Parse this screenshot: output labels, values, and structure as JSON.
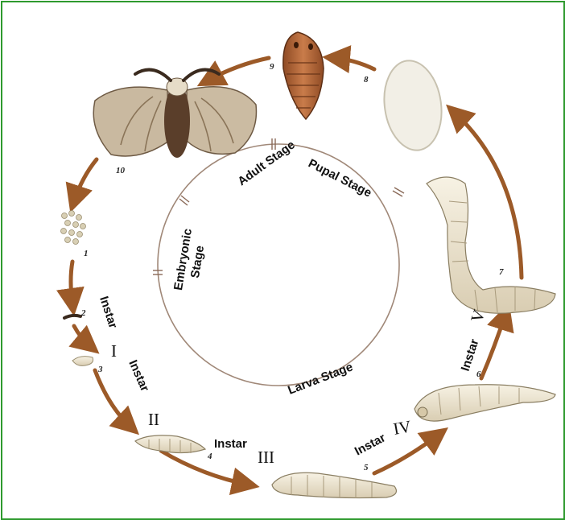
{
  "stages": {
    "adult": "Adult  Stage",
    "pupal": "Pupal Stage",
    "embryonic_line1": "Embryonic",
    "embryonic_line2": "Stage",
    "larva": "Larva Stage"
  },
  "instars": [
    {
      "word": "Instar",
      "numeral": "I"
    },
    {
      "word": "Instar",
      "numeral": "II"
    },
    {
      "word": "Instar",
      "numeral": "III"
    },
    {
      "word": "Instar",
      "numeral": "IV"
    },
    {
      "word": "Instar",
      "numeral": "V"
    }
  ],
  "step_numbers": [
    "1",
    "2",
    "3",
    "4",
    "5",
    "6",
    "7",
    "8",
    "9",
    "10"
  ],
  "colors": {
    "frame": "#2e9a2e",
    "arrow": "#9c5a28",
    "ring": "#a08878",
    "larva": "#efe8d6",
    "cocoon": "#f2efe6",
    "pupa": "#b9683a",
    "moth": "#c9b9a0"
  }
}
